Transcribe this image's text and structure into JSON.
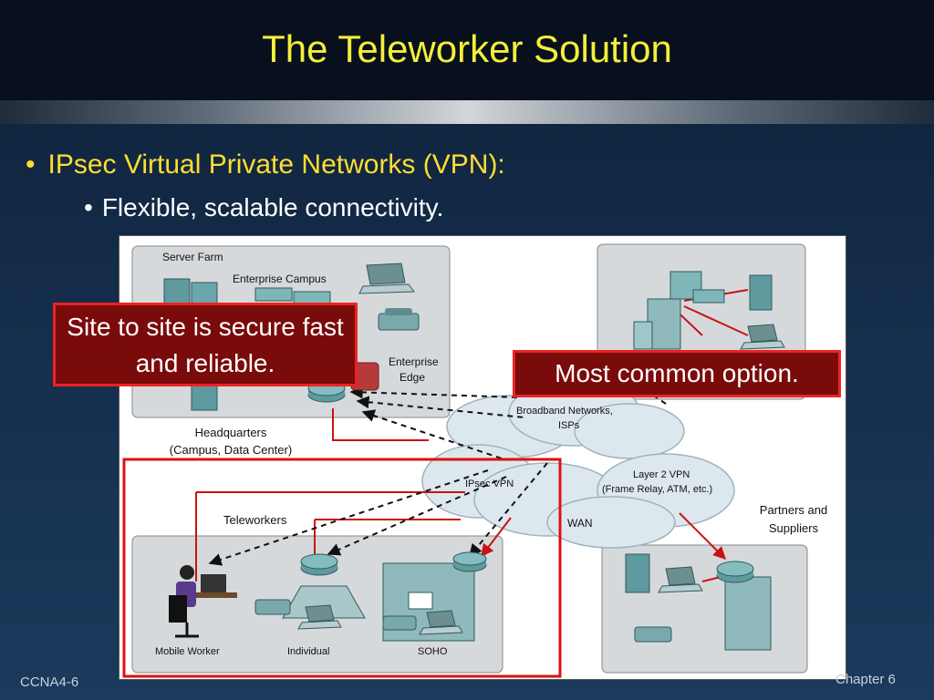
{
  "title": "The Teleworker Solution",
  "bullets": {
    "level1": "IPsec Virtual Private Networks (VPN):",
    "level2": "Flexible, scalable connectivity."
  },
  "diagram": {
    "server_farm": "Server Farm",
    "enterprise_campus": "Enterprise Campus",
    "enterprise_edge_1": "Enterprise",
    "enterprise_edge_2": "Edge",
    "headquarters_1": "Headquarters",
    "headquarters_2": "(Campus, Data Center)",
    "broadband_1": "Broadband Networks,",
    "broadband_2": "ISPs",
    "ipsec_vpn": "IPsec VPN",
    "layer2_1": "Layer 2 VPN",
    "layer2_2": "(Frame Relay, ATM, etc.)",
    "wan": "WAN",
    "partners_1": "Partners and",
    "partners_2": "Suppliers",
    "teleworkers": "Teleworkers",
    "mobile_worker": "Mobile Worker",
    "individual": "Individual",
    "soho": "SOHO"
  },
  "callouts": {
    "site_to_site": "Site to site is secure fast and reliable.",
    "most_common": "Most common option."
  },
  "footer": {
    "left": "CCNA4-6",
    "right": "Chapter 6"
  }
}
